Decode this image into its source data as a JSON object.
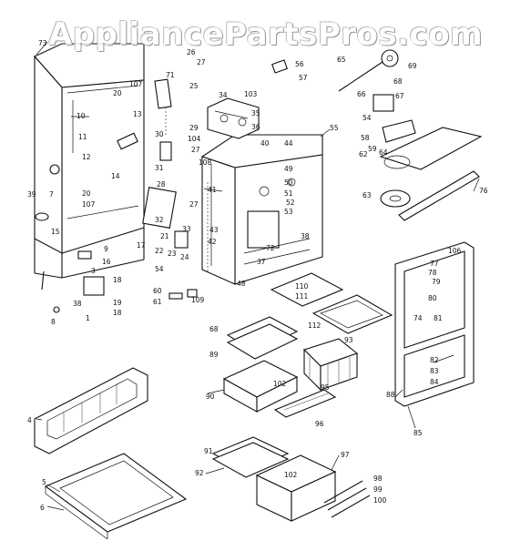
{
  "watermark": {
    "text": "AppliancePartsPros.com"
  },
  "callouts": [
    {
      "id": "c73",
      "text": "73"
    },
    {
      "id": "c26",
      "text": "26"
    },
    {
      "id": "c27a",
      "text": "27"
    },
    {
      "id": "c71",
      "text": "71"
    },
    {
      "id": "c25",
      "text": "25"
    },
    {
      "id": "c107a",
      "text": "107"
    },
    {
      "id": "c20a",
      "text": "20"
    },
    {
      "id": "c13",
      "text": "13"
    },
    {
      "id": "c10",
      "text": "10"
    },
    {
      "id": "c11",
      "text": "11"
    },
    {
      "id": "c12",
      "text": "12"
    },
    {
      "id": "c14",
      "text": "14"
    },
    {
      "id": "c7",
      "text": "7"
    },
    {
      "id": "c39",
      "text": "39"
    },
    {
      "id": "c15",
      "text": "15"
    },
    {
      "id": "c20b",
      "text": "20"
    },
    {
      "id": "c107b",
      "text": "107"
    },
    {
      "id": "c34",
      "text": "34"
    },
    {
      "id": "c103",
      "text": "103"
    },
    {
      "id": "c35",
      "text": "35"
    },
    {
      "id": "c36",
      "text": "36"
    },
    {
      "id": "c29",
      "text": "29"
    },
    {
      "id": "c104",
      "text": "104"
    },
    {
      "id": "c27b",
      "text": "27"
    },
    {
      "id": "c30",
      "text": "30"
    },
    {
      "id": "c31",
      "text": "31"
    },
    {
      "id": "c108",
      "text": "108"
    },
    {
      "id": "c28",
      "text": "28"
    },
    {
      "id": "c40",
      "text": "40"
    },
    {
      "id": "c44",
      "text": "44"
    },
    {
      "id": "c55",
      "text": "55"
    },
    {
      "id": "c49",
      "text": "49"
    },
    {
      "id": "c50",
      "text": "50"
    },
    {
      "id": "c51",
      "text": "51"
    },
    {
      "id": "c52",
      "text": "52"
    },
    {
      "id": "c53",
      "text": "53"
    },
    {
      "id": "c41",
      "text": "41"
    },
    {
      "id": "c27c",
      "text": "27"
    },
    {
      "id": "c33",
      "text": "33"
    },
    {
      "id": "c32",
      "text": "32"
    },
    {
      "id": "c43",
      "text": "43"
    },
    {
      "id": "c42",
      "text": "42"
    },
    {
      "id": "c72",
      "text": "72"
    },
    {
      "id": "c37",
      "text": "37"
    },
    {
      "id": "c38a",
      "text": "38"
    },
    {
      "id": "c22",
      "text": "22"
    },
    {
      "id": "c23",
      "text": "23"
    },
    {
      "id": "c24",
      "text": "24"
    },
    {
      "id": "c21",
      "text": "21"
    },
    {
      "id": "c17",
      "text": "17"
    },
    {
      "id": "c9",
      "text": "9"
    },
    {
      "id": "c16",
      "text": "16"
    },
    {
      "id": "c3",
      "text": "3"
    },
    {
      "id": "c18a",
      "text": "18"
    },
    {
      "id": "c19",
      "text": "19"
    },
    {
      "id": "c18b",
      "text": "18"
    },
    {
      "id": "c8",
      "text": "8"
    },
    {
      "id": "c38b",
      "text": "38"
    },
    {
      "id": "c1",
      "text": "1"
    },
    {
      "id": "c54",
      "text": "54"
    },
    {
      "id": "c48",
      "text": "48"
    },
    {
      "id": "c60",
      "text": "60"
    },
    {
      "id": "c61",
      "text": "61"
    },
    {
      "id": "c109",
      "text": "109"
    },
    {
      "id": "c56",
      "text": "56"
    },
    {
      "id": "c57",
      "text": "57"
    },
    {
      "id": "c65",
      "text": "65"
    },
    {
      "id": "c69",
      "text": "69"
    },
    {
      "id": "c66",
      "text": "66"
    },
    {
      "id": "c68",
      "text": "68"
    },
    {
      "id": "c67",
      "text": "67"
    },
    {
      "id": "c54b",
      "text": "54"
    },
    {
      "id": "c58",
      "text": "58"
    },
    {
      "id": "c59",
      "text": "59"
    },
    {
      "id": "c62",
      "text": "62"
    },
    {
      "id": "c64",
      "text": "64"
    },
    {
      "id": "c63",
      "text": "63"
    },
    {
      "id": "c76",
      "text": "76"
    },
    {
      "id": "c106",
      "text": "106"
    },
    {
      "id": "c77",
      "text": "77"
    },
    {
      "id": "c78",
      "text": "78"
    },
    {
      "id": "c79",
      "text": "79"
    },
    {
      "id": "c80",
      "text": "80"
    },
    {
      "id": "c74",
      "text": "74"
    },
    {
      "id": "c81",
      "text": "81"
    },
    {
      "id": "c82",
      "text": "82"
    },
    {
      "id": "c83",
      "text": "83"
    },
    {
      "id": "c84",
      "text": "84"
    },
    {
      "id": "c88",
      "text": "88"
    },
    {
      "id": "c85",
      "text": "85"
    },
    {
      "id": "c110",
      "text": "110"
    },
    {
      "id": "c111",
      "text": "111"
    },
    {
      "id": "c112",
      "text": "112"
    },
    {
      "id": "c68b",
      "text": "68"
    },
    {
      "id": "c89",
      "text": "89"
    },
    {
      "id": "c93",
      "text": "93"
    },
    {
      "id": "c102a",
      "text": "102"
    },
    {
      "id": "c90",
      "text": "90"
    },
    {
      "id": "c95",
      "text": "95"
    },
    {
      "id": "c96",
      "text": "96"
    },
    {
      "id": "c4",
      "text": "4"
    },
    {
      "id": "c91",
      "text": "91"
    },
    {
      "id": "c97",
      "text": "97"
    },
    {
      "id": "c92",
      "text": "92"
    },
    {
      "id": "c102b",
      "text": "102"
    },
    {
      "id": "c98",
      "text": "98"
    },
    {
      "id": "c99",
      "text": "99"
    },
    {
      "id": "c100",
      "text": "100"
    },
    {
      "id": "c5",
      "text": "5"
    },
    {
      "id": "c6",
      "text": "6"
    }
  ]
}
